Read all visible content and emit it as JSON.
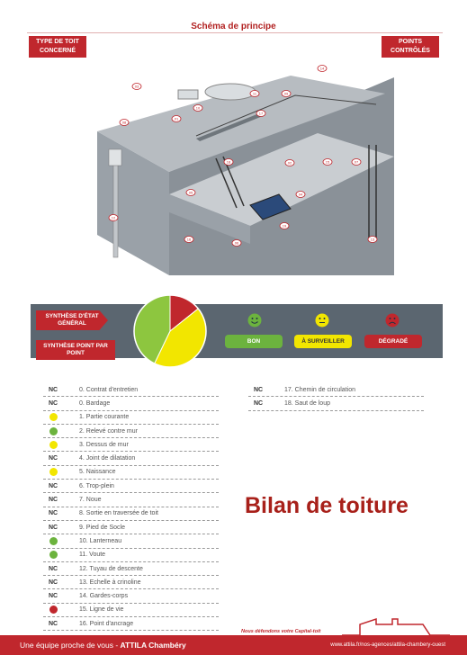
{
  "header": {
    "title": "Schéma de principe",
    "left_tag": "TYPE DE TOIT CONCERNÉ",
    "right_tag": "POINTS CONTRÔLÉS"
  },
  "summary": {
    "general_label": "SYNTHÈSE D'ÉTAT GÉNÉRAL",
    "per_point_label": "SYNTHÈSE POINT PAR POINT",
    "statuses": [
      "BON",
      "À SURVEILLER",
      "DÉGRADÉ"
    ],
    "colors": {
      "good": "#6cb33e",
      "watch": "#f2e600",
      "bad": "#c0272d"
    }
  },
  "chart_data": {
    "type": "pie",
    "slices": [
      {
        "status": "bon",
        "value": 3,
        "color": "#8dc63f"
      },
      {
        "status": "à surveiller",
        "value": 3,
        "color": "#f2e600"
      },
      {
        "status": "dégradé",
        "value": 1,
        "color": "#c0272d"
      }
    ]
  },
  "points_left": [
    {
      "status": "NC",
      "label": "0. Contrat d'entretien"
    },
    {
      "status": "NC",
      "label": "0. Bardage"
    },
    {
      "status": "watch",
      "label": "1. Partie courante"
    },
    {
      "status": "good",
      "label": "2. Relevé contre mur"
    },
    {
      "status": "watch",
      "label": "3. Dessus de mur"
    },
    {
      "status": "NC",
      "label": "4. Joint de dilatation"
    },
    {
      "status": "watch",
      "label": "5. Naissance"
    },
    {
      "status": "NC",
      "label": "6. Trop-plein"
    },
    {
      "status": "NC",
      "label": "7. Noue"
    },
    {
      "status": "NC",
      "label": "8. Sortie en traversée de toit"
    },
    {
      "status": "NC",
      "label": "9. Pied de Socle"
    },
    {
      "status": "good",
      "label": "10. Lanterneau"
    },
    {
      "status": "good",
      "label": "11. Voute"
    },
    {
      "status": "NC",
      "label": "12. Tuyau de descente"
    },
    {
      "status": "NC",
      "label": "13. Echelle à crinoline"
    },
    {
      "status": "NC",
      "label": "14. Gardes-corps"
    },
    {
      "status": "bad",
      "label": "15. Ligne de vie"
    },
    {
      "status": "NC",
      "label": "16. Point d'ancrage"
    }
  ],
  "points_right": [
    {
      "status": "NC",
      "label": "17. Chemin de circulation"
    },
    {
      "status": "NC",
      "label": "18. Saut de loup"
    }
  ],
  "diagram_numbers": [
    "01",
    "02",
    "03",
    "04",
    "05",
    "06",
    "07",
    "08",
    "09",
    "10",
    "11",
    "12",
    "13",
    "14",
    "15",
    "16",
    "17",
    "18",
    "19"
  ],
  "main_title": "Bilan de toiture",
  "footer": {
    "slogan": "Nous défendons votre Capital-toit",
    "tagline": "Une équipe proche de vous -",
    "company": "ATTILA Chambéry",
    "url": "www.attila.fr/nos-agences/attila-chambery-ouest"
  }
}
